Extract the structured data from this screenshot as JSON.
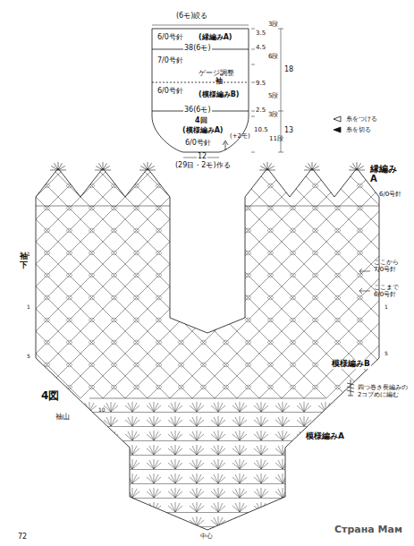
{
  "diagram": {
    "labels": [
      "(6モ)絞る",
      "6/0号針",
      "(縁編みA)",
      "38(6モ)",
      "7/0号針",
      "ゲージ調整",
      "6/0号針",
      "袖",
      "(模様編みB)",
      "36(6モ)",
      "4回",
      "(模様編みA)",
      "(+2モ)",
      "6/0号針",
      "12",
      "(29目・2モ)作る",
      "3.5",
      "3段",
      "4.5",
      "6段",
      "18",
      "9.5",
      "5段",
      "2.5",
      "3段",
      "10.5",
      "11段",
      "13",
      "縁編み A",
      "6/0号針",
      "袖下",
      "ここから 7/0号針",
      "ここまで 6/0号針",
      "模様編みB",
      "4図",
      "袖山",
      "四つ巻き長編みの 2コブめに編む",
      "模様編みA",
      "中心",
      "72",
      "Страна Мам",
      "1",
      "1",
      "5",
      "10",
      "1",
      "5"
    ],
    "legend": [
      {
        "text": "糸をつける"
      },
      {
        "text": "糸を切る"
      }
    ]
  }
}
